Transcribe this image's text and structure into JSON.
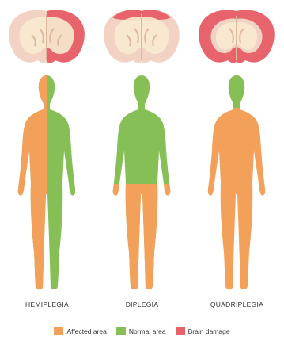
{
  "panels": [
    {
      "label": "HEMIPLEGIA"
    },
    {
      "label": "DIPLEGIA"
    },
    {
      "label": "QUADRIPLEGIA"
    }
  ],
  "legend": [
    {
      "label": "Affected area",
      "color": "#f2a05a"
    },
    {
      "label": "Normal area",
      "color": "#86bf55"
    },
    {
      "label": "Brain damage",
      "color": "#e8646c"
    }
  ],
  "colors": {
    "affected": "#f2a05a",
    "normal": "#86bf55",
    "brain_damage": "#e8646c",
    "brain_tissue": "#f2d2c2",
    "brain_core": "#f7ead0"
  }
}
